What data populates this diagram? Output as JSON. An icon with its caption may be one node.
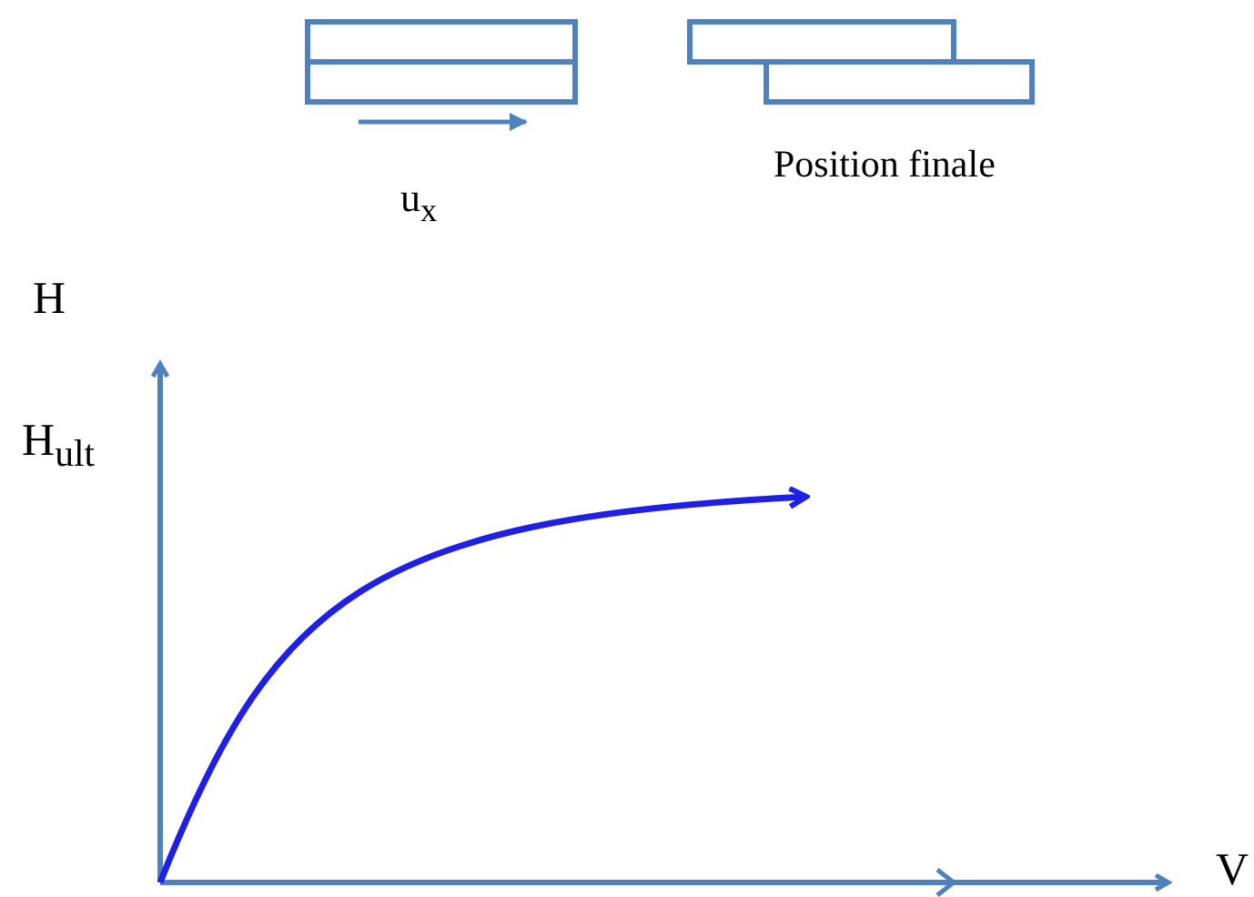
{
  "diagram": {
    "labels": [
      "u$_{x}$",
      "Position finale",
      "H",
      "H$_{ult}$",
      "V"
    ]
  }
}
